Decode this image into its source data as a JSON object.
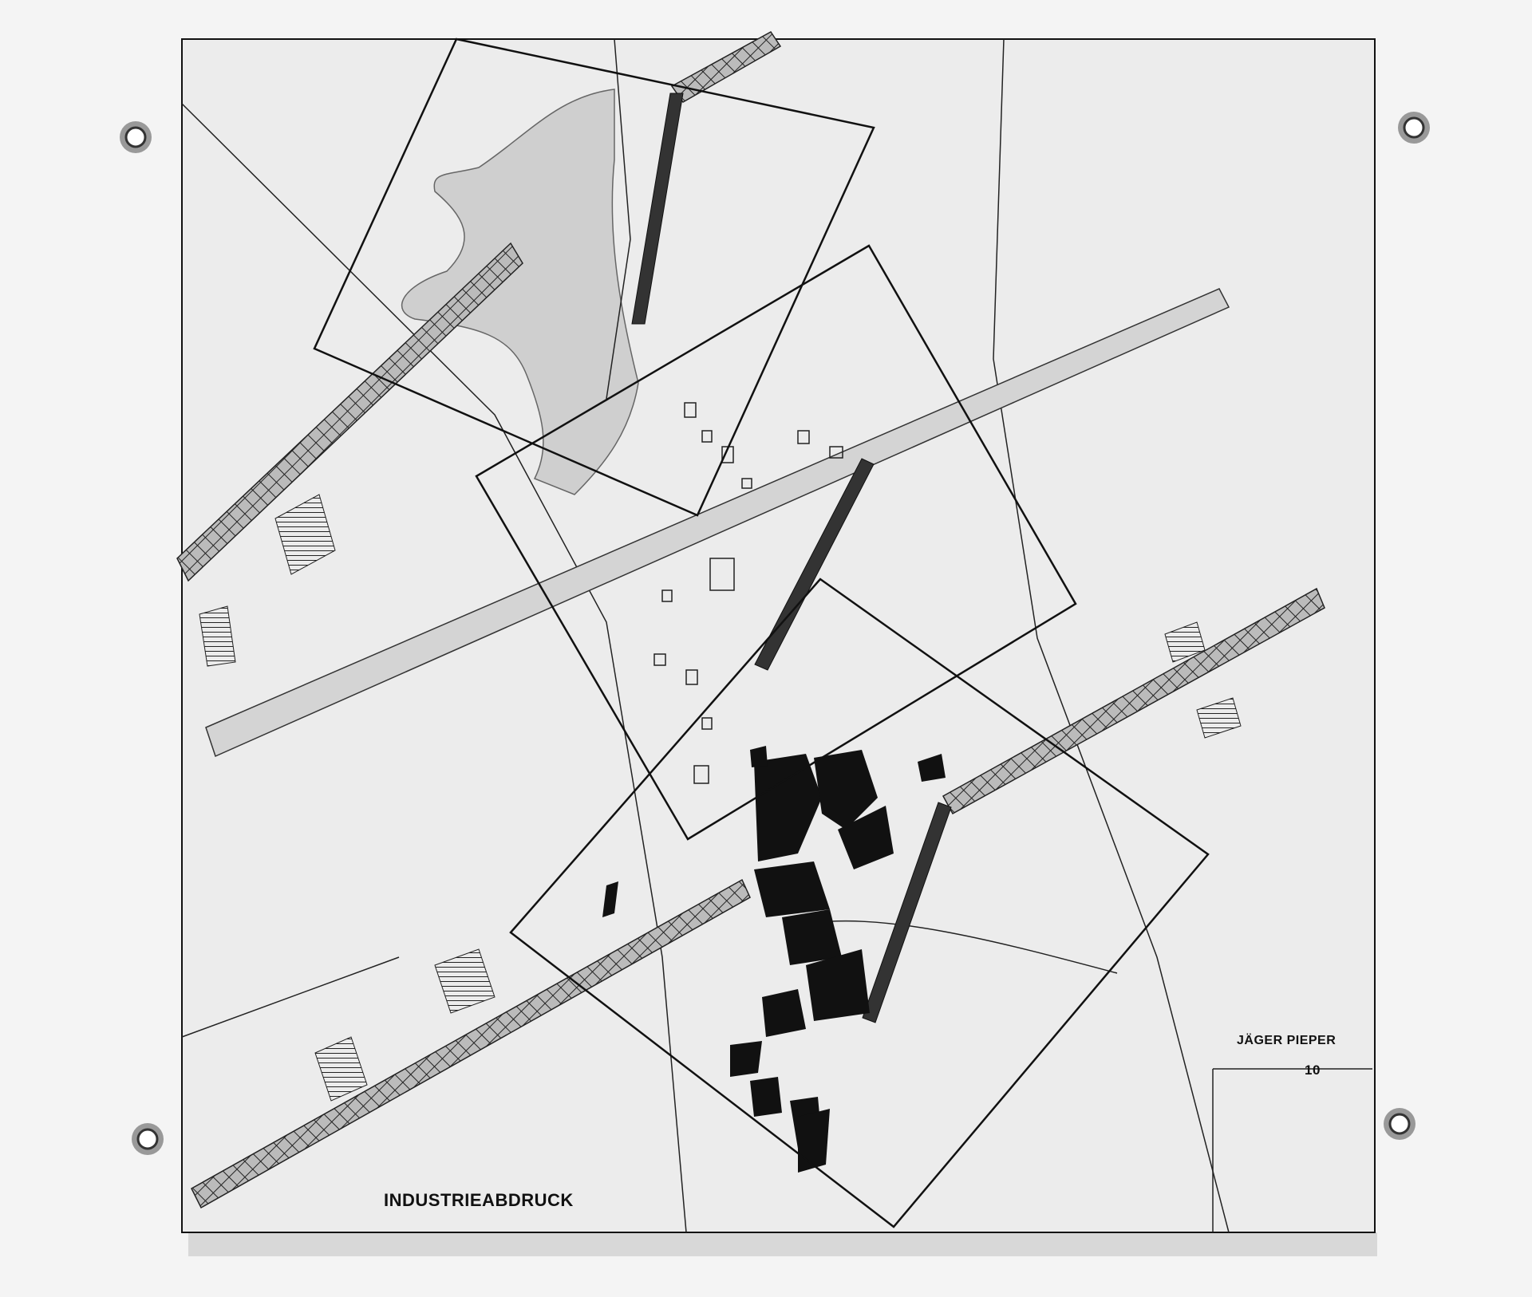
{
  "drawing": {
    "title": "INDUSTRIEABDRUCK",
    "author": "JÄGER PIEPER",
    "sheet_number": "10"
  },
  "colors": {
    "wall": "#f4f4f4",
    "sheet": "#ececec",
    "ink": "#111111",
    "water": "#cfcfcf",
    "bridge_gray": "#d4d4d4"
  }
}
